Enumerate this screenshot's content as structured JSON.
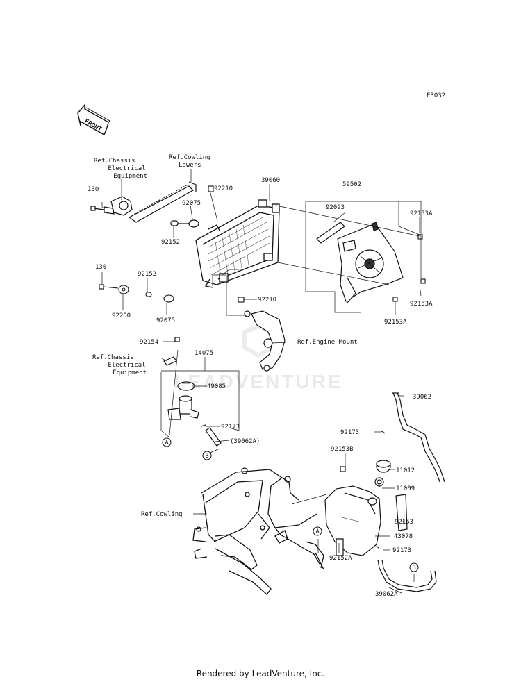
{
  "diagram_id": "E3032",
  "front_label": "FRONT",
  "watermark": "LEADVENTURE",
  "footer": "Rendered by LeadVenture, Inc.",
  "callouts": [
    {
      "id": "c-ref-chassis-1",
      "text": [
        "Ref.Chassis",
        "Electrical",
        "Equipment"
      ]
    },
    {
      "id": "c-ref-cowling-lowers",
      "text": [
        "Ref.Cowling",
        "Lowers"
      ]
    },
    {
      "id": "c-130-a",
      "text": [
        "130"
      ]
    },
    {
      "id": "c-92210-a",
      "text": [
        "92210"
      ]
    },
    {
      "id": "c-39060",
      "text": [
        "39060"
      ]
    },
    {
      "id": "c-59502",
      "text": [
        "59502"
      ]
    },
    {
      "id": "c-92075-a",
      "text": [
        "92075"
      ]
    },
    {
      "id": "c-92093",
      "text": [
        "92093"
      ]
    },
    {
      "id": "c-92153a-1",
      "text": [
        "92153A"
      ]
    },
    {
      "id": "c-92152-a",
      "text": [
        "92152"
      ]
    },
    {
      "id": "c-130-b",
      "text": [
        "130"
      ]
    },
    {
      "id": "c-92152-b",
      "text": [
        "92152"
      ]
    },
    {
      "id": "c-92200",
      "text": [
        "92200"
      ]
    },
    {
      "id": "c-92075-b",
      "text": [
        "92075"
      ]
    },
    {
      "id": "c-92210-b",
      "text": [
        "92210"
      ]
    },
    {
      "id": "c-92153a-2",
      "text": [
        "92153A"
      ]
    },
    {
      "id": "c-92153a-3",
      "text": [
        "92153A"
      ]
    },
    {
      "id": "c-92154",
      "text": [
        "92154"
      ]
    },
    {
      "id": "c-ref-engine-mount",
      "text": [
        "Ref.Engine Mount"
      ]
    },
    {
      "id": "c-14075",
      "text": [
        "14075"
      ]
    },
    {
      "id": "c-ref-chassis-2",
      "text": [
        "Ref.Chassis",
        "Electrical",
        "Equipment"
      ]
    },
    {
      "id": "c-49085",
      "text": [
        "49085"
      ]
    },
    {
      "id": "c-92173-a",
      "text": [
        "92173"
      ]
    },
    {
      "id": "c-39062a-a",
      "text": [
        "(39062A)"
      ]
    },
    {
      "id": "c-39062",
      "text": [
        "39062"
      ]
    },
    {
      "id": "c-92173-b",
      "text": [
        "92173"
      ]
    },
    {
      "id": "c-92153b",
      "text": [
        "92153B"
      ]
    },
    {
      "id": "c-11012",
      "text": [
        "11012"
      ]
    },
    {
      "id": "c-11009",
      "text": [
        "11009"
      ]
    },
    {
      "id": "c-ref-cowling",
      "text": [
        "Ref.Cowling"
      ]
    },
    {
      "id": "c-92153",
      "text": [
        "92153"
      ]
    },
    {
      "id": "c-43078",
      "text": [
        "43078"
      ]
    },
    {
      "id": "c-92152a",
      "text": [
        "92152A"
      ]
    },
    {
      "id": "c-92173-c",
      "text": [
        "92173"
      ]
    },
    {
      "id": "c-39062a-b",
      "text": [
        "39062A"
      ]
    }
  ],
  "ref_markers": [
    {
      "id": "m-a-1",
      "text": "A"
    },
    {
      "id": "m-b-1",
      "text": "B"
    },
    {
      "id": "m-a-2",
      "text": "A"
    },
    {
      "id": "m-b-2",
      "text": "B"
    }
  ]
}
